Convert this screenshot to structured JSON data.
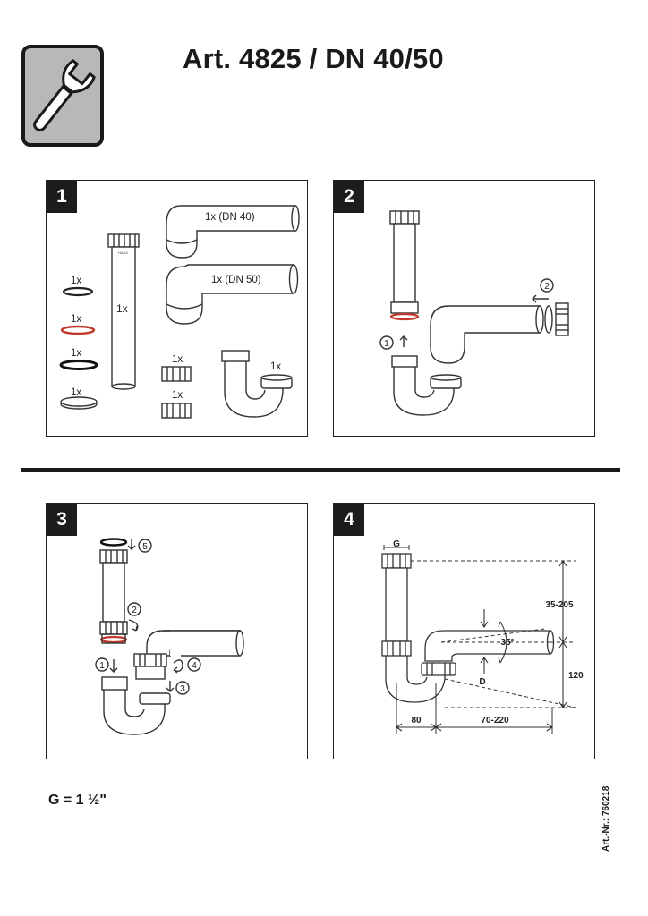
{
  "title": "Art. 4825 / DN 40/50",
  "icons": {
    "logo": "wrench-icon"
  },
  "colors": {
    "ink": "#1a1a1a",
    "logo_fill": "#b8b8b8",
    "seal_red": "#c0392b",
    "dim_line": "#333333"
  },
  "panels": [
    {
      "number": "1",
      "labels": {
        "elbow_dn40": "1x (DN 40)",
        "elbow_dn50": "1x (DN 50)",
        "pipe": "1x",
        "ring_thin": "1x",
        "ring_red": "1x",
        "ring_black": "1x",
        "washer": "1x",
        "nut_top": "1x",
        "nut_bottom": "1x",
        "trap": "1x"
      }
    },
    {
      "number": "2",
      "steps": [
        "1",
        "2"
      ]
    },
    {
      "number": "3",
      "steps": [
        "1",
        "2",
        "3",
        "4",
        "5"
      ]
    },
    {
      "number": "4",
      "dims": {
        "g": "G",
        "height_range": "35-205",
        "angle": "35°",
        "d": "D",
        "height": "120",
        "offset": "80",
        "length_range": "70-220"
      }
    }
  ],
  "footnote": "G = 1 ½\"",
  "article_number": "Art.-Nr.: 760218"
}
